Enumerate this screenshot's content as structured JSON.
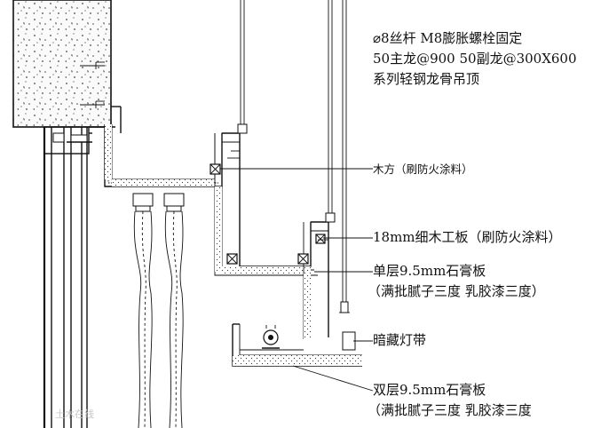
{
  "annotations": {
    "rod_line1": "⌀8丝杆 M8膨胀螺栓固定",
    "rod_line2": "50主龙@900   50副龙@300X600",
    "rod_line3": "系列轻钢龙骨吊顶",
    "wood_block": "木方（刷防火涂料）",
    "plywood": "18mm细木工板（刷防火涂料）",
    "single_board_line1": "单层9.5mm石膏板",
    "single_board_line2": "（满批腻子三度 乳胶漆三度）",
    "led_strip": "暗藏灯带",
    "double_board_line1": "双层9.5mm石膏板",
    "double_board_line2": "（满批腻子三度  乳胶漆三度"
  },
  "watermark": "土木在线"
}
